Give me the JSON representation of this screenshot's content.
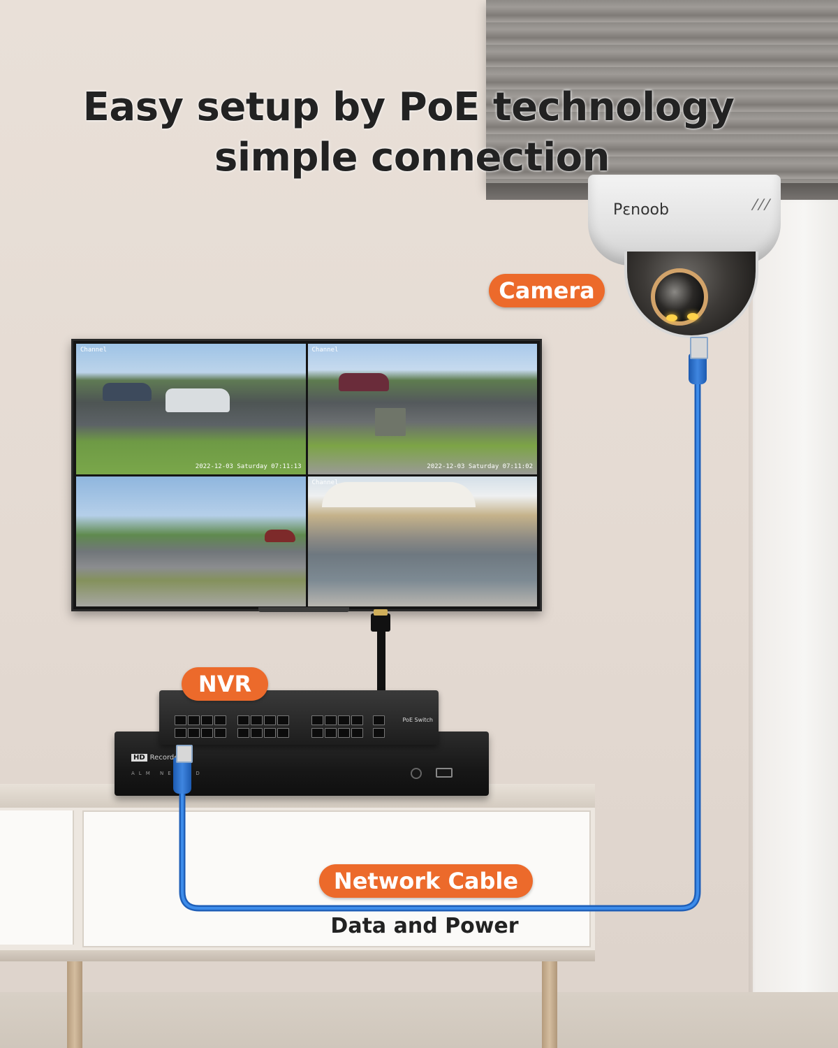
{
  "headline": {
    "line1": "Easy setup by PoE technology",
    "line2": "simple connection"
  },
  "labels": {
    "camera": "Camera",
    "nvr": "NVR",
    "network_cable": "Network Cable",
    "data_power": "Data and Power"
  },
  "camera": {
    "brand": "Pεnoob"
  },
  "monitor": {
    "feeds": [
      {
        "tag": "Channel",
        "timestamp": "2022-12-03 Saturday 07:11:13"
      },
      {
        "tag": "Channel",
        "timestamp": "2022-12-03 Saturday 07:11:02"
      },
      {
        "tag": "",
        "timestamp": ""
      },
      {
        "tag": "Channel",
        "timestamp": ""
      }
    ]
  },
  "recorder": {
    "label_tag": "HD",
    "label_text": "Recorder",
    "leds": "ALM NET HD"
  },
  "poe_switch": {
    "label": "PoE Switch"
  },
  "colors": {
    "badge": "#ec6a2b",
    "cable": "#2f7bd8",
    "text": "#222222"
  }
}
